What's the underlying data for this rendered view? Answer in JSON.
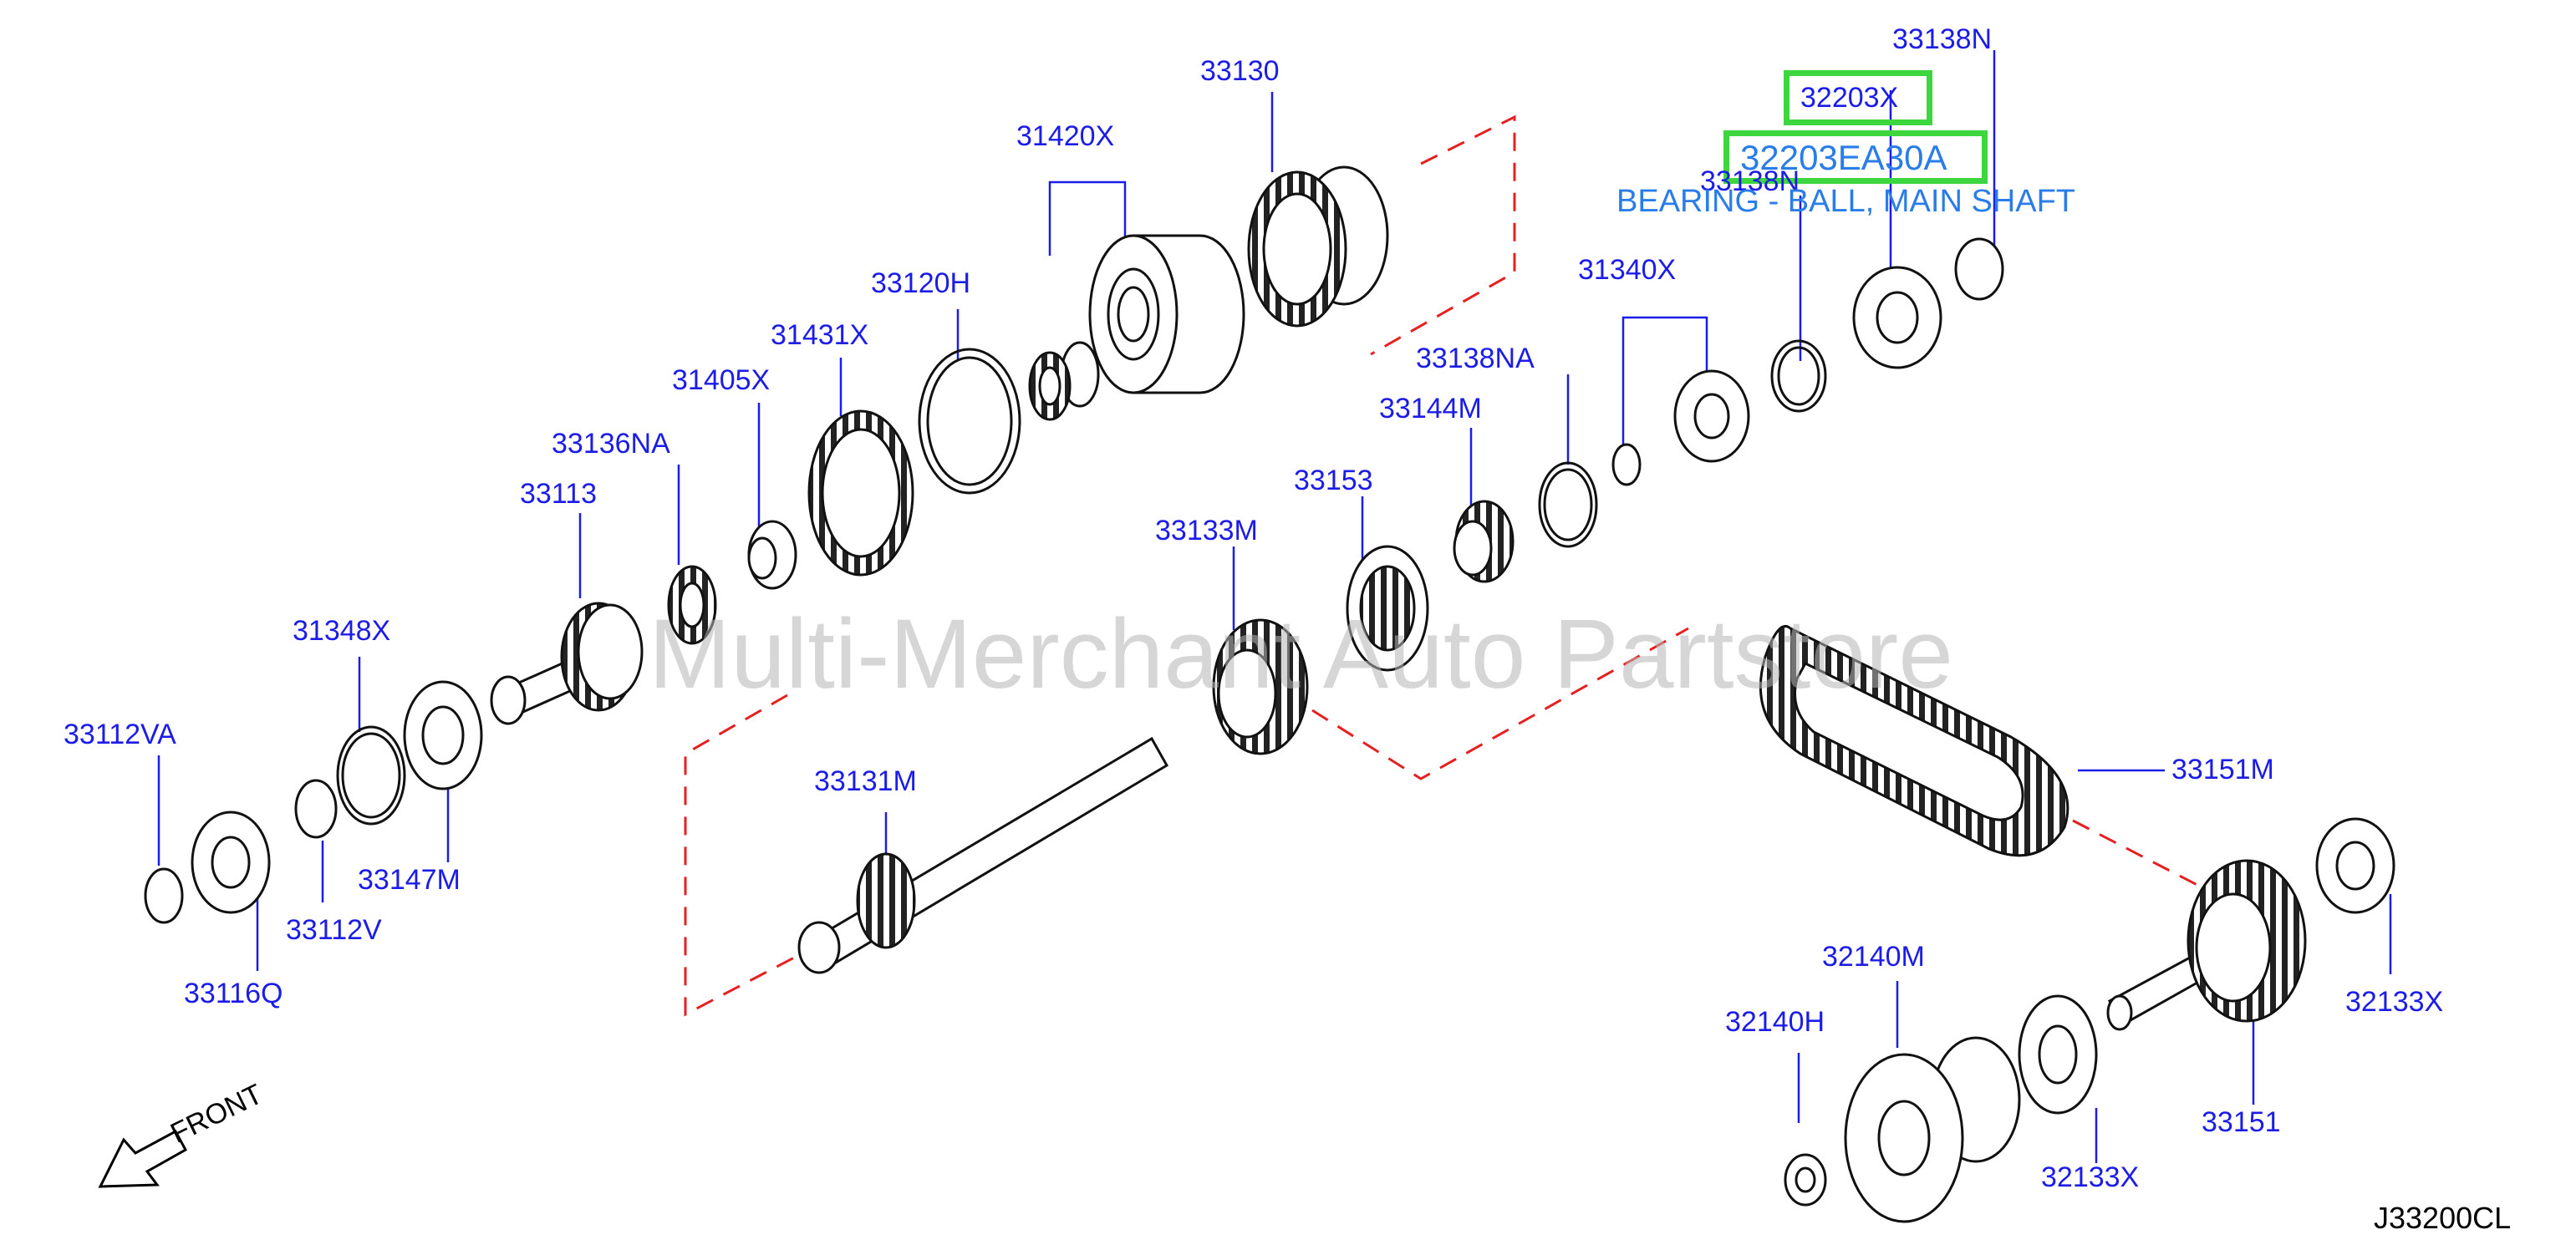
{
  "diagram": {
    "watermark": "Multi-Merchant Auto Partstore",
    "drawing_code": "J33200CL",
    "front_label": "FRONT",
    "highlight": {
      "group_code": "32203X",
      "part_number": "32203EA30A",
      "description": "BEARING - BALL, MAIN SHAFT",
      "obscured_label": "33138N"
    },
    "labels": [
      {
        "id": "33130",
        "text": "33130"
      },
      {
        "id": "31420x",
        "text": "31420X"
      },
      {
        "id": "33120h",
        "text": "33120H"
      },
      {
        "id": "31431x",
        "text": "31431X"
      },
      {
        "id": "31405x",
        "text": "31405X"
      },
      {
        "id": "33136na",
        "text": "33136NA"
      },
      {
        "id": "33113",
        "text": "33113"
      },
      {
        "id": "31348x",
        "text": "31348X"
      },
      {
        "id": "33112va",
        "text": "33112VA"
      },
      {
        "id": "33147m",
        "text": "33147M"
      },
      {
        "id": "33112v",
        "text": "33112V"
      },
      {
        "id": "33116q",
        "text": "33116Q"
      },
      {
        "id": "33131m",
        "text": "33131M"
      },
      {
        "id": "33133m",
        "text": "33133M"
      },
      {
        "id": "33153",
        "text": "33153"
      },
      {
        "id": "33144m",
        "text": "33144M"
      },
      {
        "id": "33138na",
        "text": "33138NA"
      },
      {
        "id": "31340x",
        "text": "31340X"
      },
      {
        "id": "33138n-top",
        "text": "33138N"
      },
      {
        "id": "33151m",
        "text": "33151M"
      },
      {
        "id": "32140m",
        "text": "32140M"
      },
      {
        "id": "32140h",
        "text": "32140H"
      },
      {
        "id": "32133x-right",
        "text": "32133X"
      },
      {
        "id": "32133x-bottom",
        "text": "32133X"
      },
      {
        "id": "33151",
        "text": "33151"
      }
    ]
  },
  "colors": {
    "label": "#1c1ce8",
    "highlight_border": "#3ed63e",
    "description": "#2a7de8",
    "dashed_line": "#e62020",
    "part_stroke": "#111111"
  }
}
